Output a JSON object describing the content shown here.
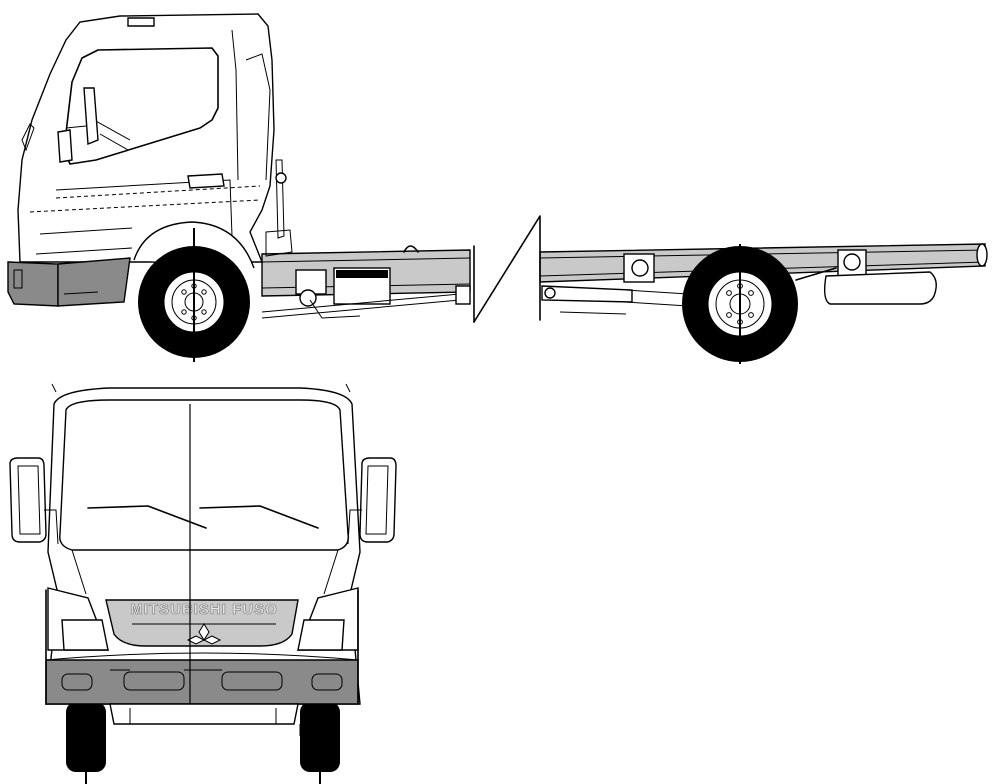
{
  "drawing": {
    "badge_text": "MITSUBISHI FUSO",
    "views": [
      "side-view",
      "front-view"
    ],
    "colors": {
      "line": "#000000",
      "frame_fill": "#c9c9c9",
      "bumper_fill": "#8a8a8a",
      "tire": "#000000",
      "background": "#ffffff"
    }
  }
}
